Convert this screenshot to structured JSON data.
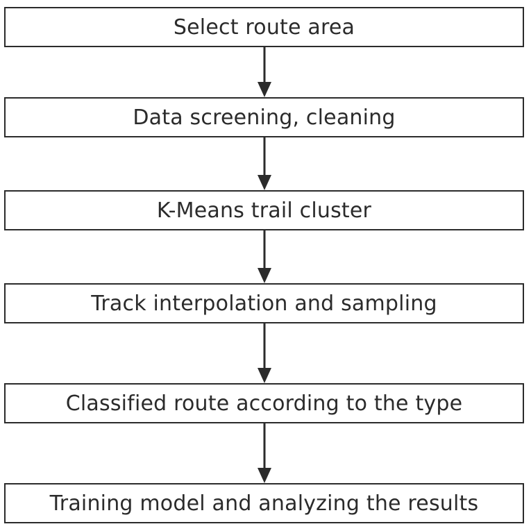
{
  "flowchart": {
    "steps": [
      "Select route area",
      "Data screening, cleaning",
      "K-Means trail cluster",
      "Track interpolation and sampling",
      "Classified route according to the type",
      "Training model and analyzing the results"
    ]
  },
  "colors": {
    "line": "#2b2b2b",
    "background": "#ffffff"
  }
}
